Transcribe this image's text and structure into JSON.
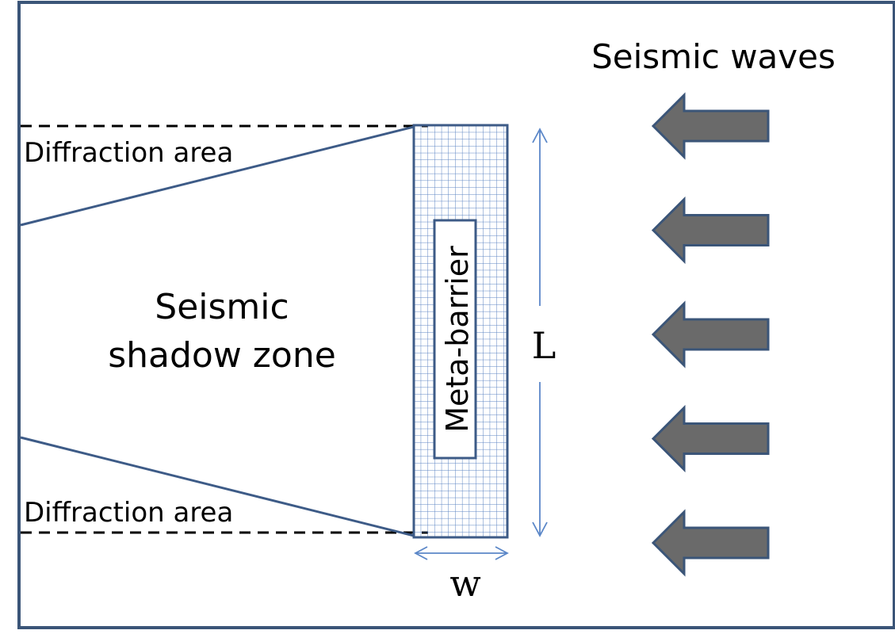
{
  "labels": {
    "seismic_waves": "Seismic waves",
    "diffraction_top": "Diffraction area",
    "diffraction_bottom": "Diffraction area",
    "shadow_zone_line1": "Seismic",
    "shadow_zone_line2": "shadow zone",
    "meta_barrier": "Meta-barrier",
    "length_symbol": "L",
    "width_symbol": "w"
  },
  "arrow_count": 5,
  "colors": {
    "frame": "#3b5578",
    "zone_lines": "#3d5b87",
    "barrier_outline": "#3d5b87",
    "barrier_grid": "#5b83c2",
    "dimension_arrows": "#5b87c8",
    "wave_arrow_fill": "#6a6a6a",
    "wave_arrow_stroke": "#3b5578",
    "dashed_lines": "#000000"
  }
}
